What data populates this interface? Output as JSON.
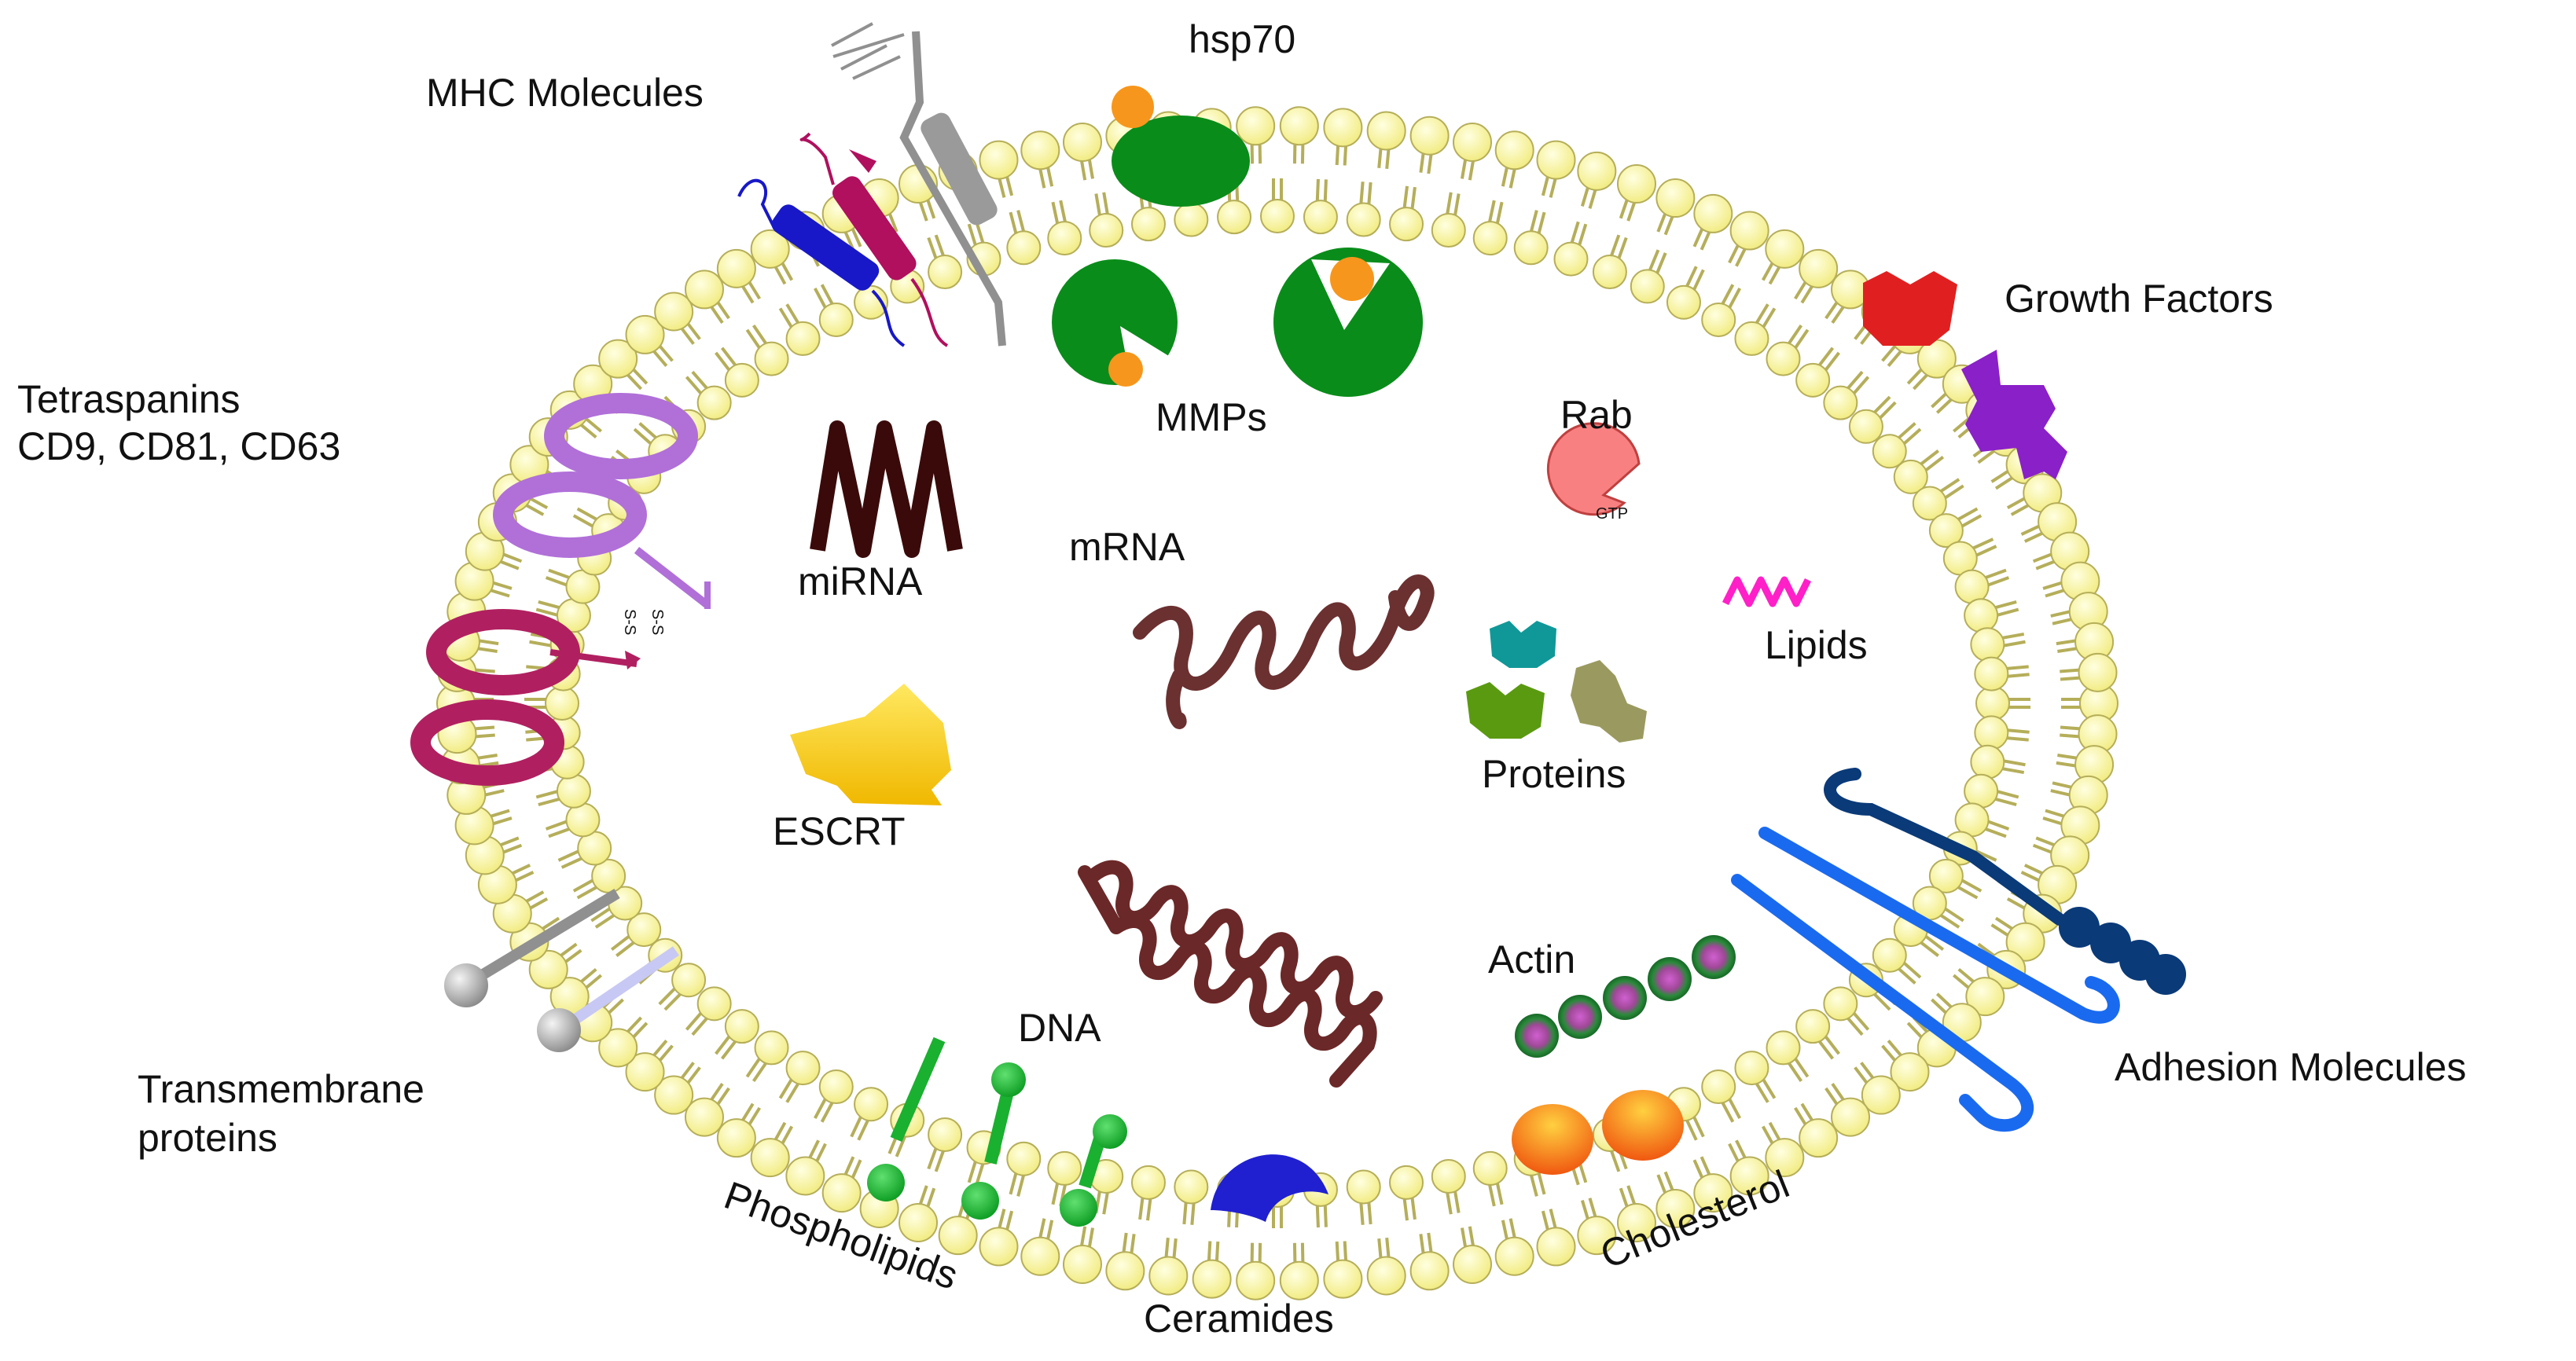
{
  "labels": {
    "hsp70": "hsp70",
    "mhc": "MHC Molecules",
    "growth": "Growth  Factors",
    "tetra_1": "Tetraspanins",
    "tetra_2": "CD9, CD81, CD63",
    "mmps": "MMPs",
    "rab": "Rab",
    "gtp": "GTP",
    "mirna": "miRNA",
    "mrna": "mRNA",
    "lipids": "Lipids",
    "proteins": "Proteins",
    "escrt": "ESCRT",
    "ss": "S-S",
    "actin": "Actin",
    "dna": "DNA",
    "adhesion": "Adhesion  Molecules",
    "trans_1": "Transmembrane",
    "trans_2": "proteins",
    "phospholipids": "Phospholipids",
    "ceramides": "Ceramides",
    "cholesterol": "Cholesterol"
  },
  "colors": {
    "lipid_head": "#fbf7a0",
    "lipid_outline": "#b5ae5a",
    "hsp70_green": "#0a8c1a",
    "mhc_blue": "#1818c8",
    "mhc_magenta": "#b0105e",
    "tetra_purple": "#b070d8",
    "tetra_crimson": "#b02060",
    "growth_red": "#e02020",
    "growth_purple": "#8a20c8",
    "mirna": "#3a0a0a",
    "mrna": "#6b3030",
    "dna": "#6b2828",
    "escrt": "#f4c400",
    "rab": "#f88080",
    "lipids_pink": "#ff20c8",
    "protein_teal": "#109898",
    "protein_green": "#5a9a10",
    "protein_khaki": "#9a9a60",
    "actin_green": "#1a6a2a",
    "adhesion_navy": "#0a3a78",
    "adhesion_blue": "#1a6af0",
    "transmembrane_gray": "#909090",
    "phospholipid_green": "#1ab030",
    "ceramide_blue": "#2020d0",
    "cholesterol_orange": "#f07010"
  }
}
